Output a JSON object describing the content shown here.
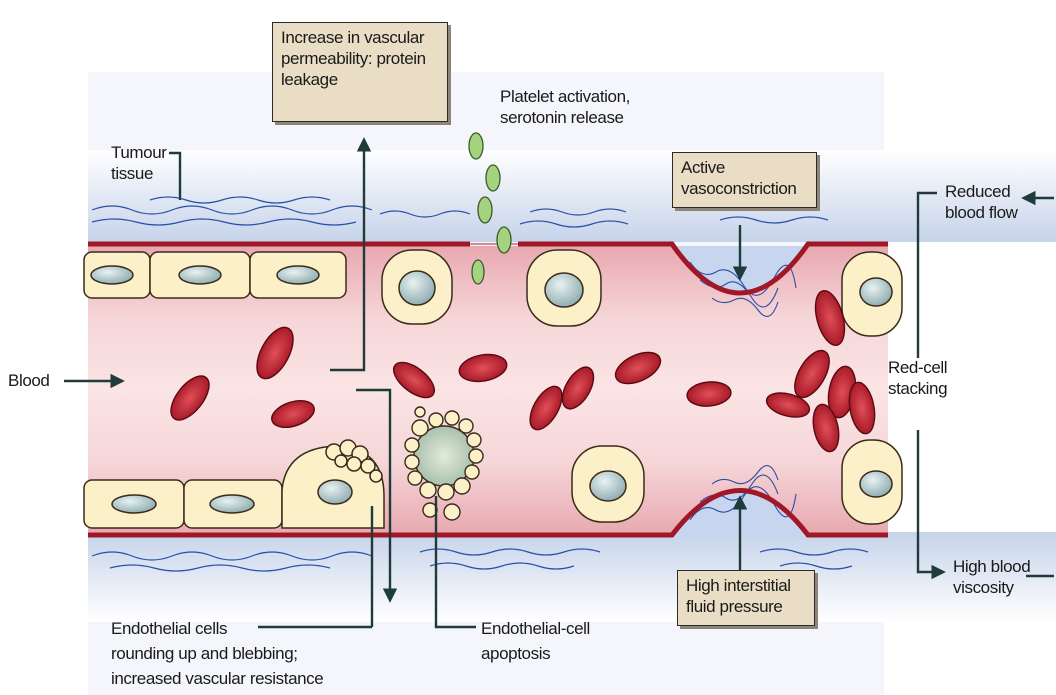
{
  "boxes": {
    "permeability": [
      "Increase in vascular",
      "permeability: protein",
      "leakage"
    ],
    "vasoconstriction": [
      "Active",
      "vasoconstriction"
    ],
    "interstitial": [
      "High interstitial",
      "fluid pressure"
    ]
  },
  "labels": {
    "platelet": [
      "Platelet activation,",
      "serotonin release"
    ],
    "tumour": [
      "Tumour",
      "tissue"
    ],
    "blood": "Blood",
    "reduced_flow": [
      "Reduced",
      "blood flow"
    ],
    "red_cell": [
      "Red-cell",
      "stacking"
    ],
    "viscosity": [
      "High blood",
      "viscosity"
    ],
    "endothelial": [
      "Endothelial cells",
      "rounding up and blebbing;",
      "increased vascular resistance"
    ],
    "apoptosis": [
      "Endothelial-cell",
      "apoptosis"
    ]
  },
  "colors": {
    "vessel_wall": "#a01828",
    "lumen": "#f2c4c8",
    "tissue": "#cdd8ec",
    "cell_fill": "#fbf0c8",
    "nucleus": "#a9c4c7",
    "rbc": "#b8182a",
    "platelet": "#a5d27f",
    "arrow": "#1f3b3a",
    "box_fill": "#e9ddc6"
  }
}
